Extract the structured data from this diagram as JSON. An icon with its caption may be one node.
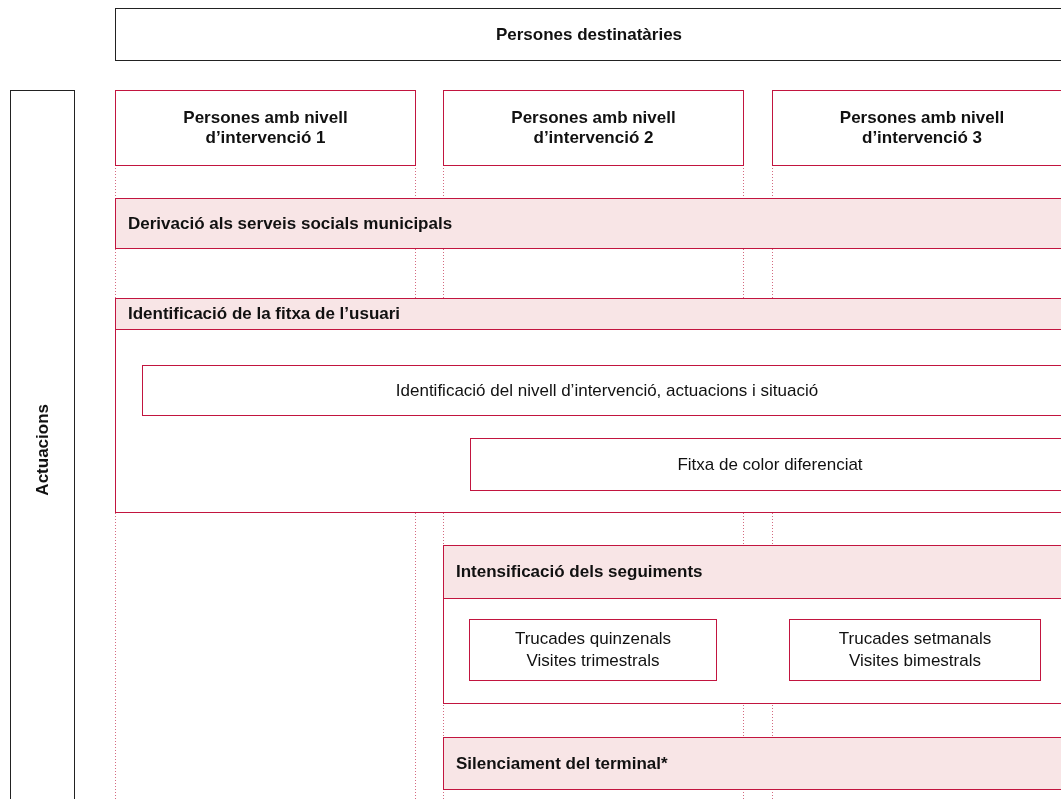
{
  "diagram": {
    "nodes": [
      {
        "text": [
          "Persones destinatàries"
        ]
      },
      {
        "text": [
          "Actuacions"
        ]
      },
      {
        "text": [
          "Persones amb nivell d’intervenció 1"
        ]
      },
      {
        "text": [
          "Persones amb nivell d’intervenció 2"
        ]
      },
      {
        "text": [
          "Persones amb nivell d’intervenció 3"
        ]
      },
      {
        "text": [
          "Derivació als serveis socials municipals"
        ]
      },
      {
        "text": [
          "Identificació de la fitxa de l’usuari"
        ]
      },
      {
        "text": [
          "Identificació del nivell d’intervenció, actuacions i situació"
        ],
        "in": 6
      },
      {
        "text": [
          "Fitxa de color diferenciat"
        ],
        "in": 6
      },
      {
        "text": [
          "Intensificació dels seguiments"
        ]
      },
      {
        "text": [
          "Trucades quinzenals",
          "Visites trimestrals"
        ],
        "in": 9
      },
      {
        "text": [
          "Trucades setmanals",
          "Visites bimestrals"
        ],
        "in": 9
      },
      {
        "text": [
          "Silenciament del terminal*"
        ]
      }
    ],
    "edges": []
  }
}
